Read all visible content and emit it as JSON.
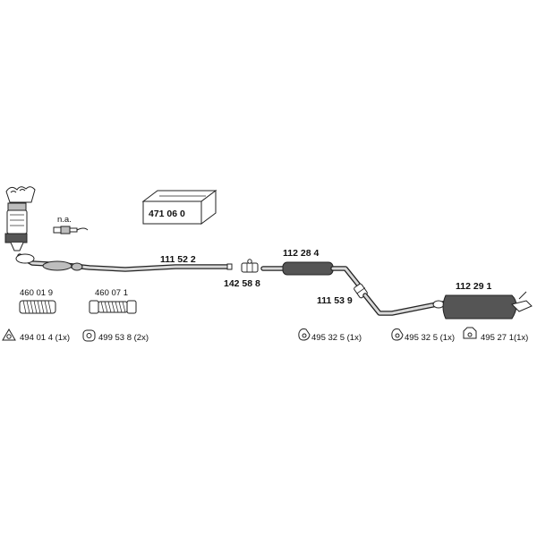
{
  "parts": {
    "package_number": "471 06 0",
    "na_note": "n.a.",
    "front_pipe": "111 52 2",
    "clamp": "142 58 8",
    "middle_silencer": "112 28 4",
    "connector_clamp": "111 53 9",
    "rear_silencer": "112 29 1",
    "flex_pipe_1": "460 01 9",
    "flex_pipe_2": "460 07 1"
  },
  "mounts": {
    "m1": "494 01 4 (1x)",
    "m2": "499 53 8 (2x)",
    "m3": "495 32 5 (1x)",
    "m4": "495 32 5 (1x)",
    "m5": "495 27 1(1x)"
  },
  "icons": [
    "catalytic-converter-icon",
    "lambda-sensor-icon",
    "package-box-icon",
    "flex-pipe-icon",
    "hanger-icon",
    "rubber-mount-icon",
    "clamp-icon",
    "silencer-icon"
  ]
}
